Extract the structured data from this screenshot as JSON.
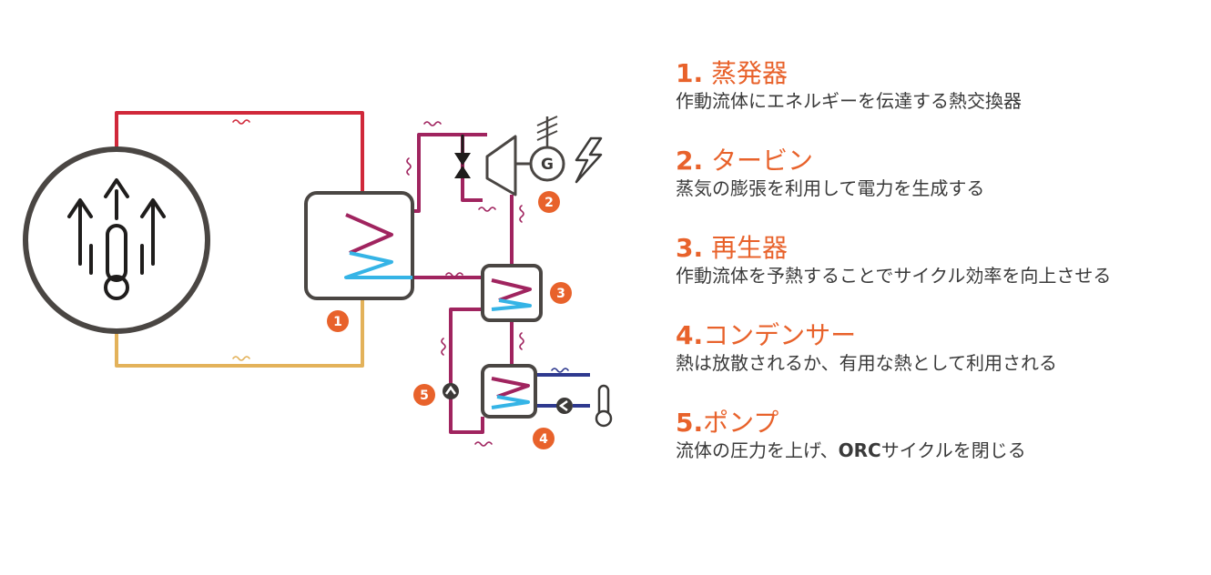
{
  "colors": {
    "accent": "#e8622b",
    "outline": "#4a4643",
    "hot": "#d0283a",
    "cool_return": "#e3b25a",
    "working_fluid": "#a0245f",
    "cold": "#35b4e6",
    "water": "#2f3a8f"
  },
  "diagram": {
    "icons": [
      "heat-source-icon",
      "generator-icon",
      "lightning-icon",
      "thermometer-icon",
      "valve-icon",
      "turbine-icon",
      "pump-icon"
    ],
    "generator_label": "G",
    "badges": [
      "1",
      "2",
      "3",
      "4",
      "5"
    ]
  },
  "legend": {
    "items": [
      {
        "num": "1.",
        "title": " 蒸発器",
        "desc": "作動流体にエネルギーを伝達する熱交換器"
      },
      {
        "num": "2.",
        "title": " タービン",
        "desc": "蒸気の膨張を利用して電力を生成する"
      },
      {
        "num": "3.",
        "title": " 再生器",
        "desc": "作動流体を予熱することでサイクル効率を向上させる"
      },
      {
        "num": "4.",
        "title": "コンデンサー",
        "desc": "熱は放散されるか、有用な熱として利用される"
      },
      {
        "num": "5.",
        "title": "ポンプ",
        "desc_pre": "流体の圧力を上げ、",
        "desc_bold": "ORC",
        "desc_post": "サイクルを閉じる"
      }
    ]
  }
}
